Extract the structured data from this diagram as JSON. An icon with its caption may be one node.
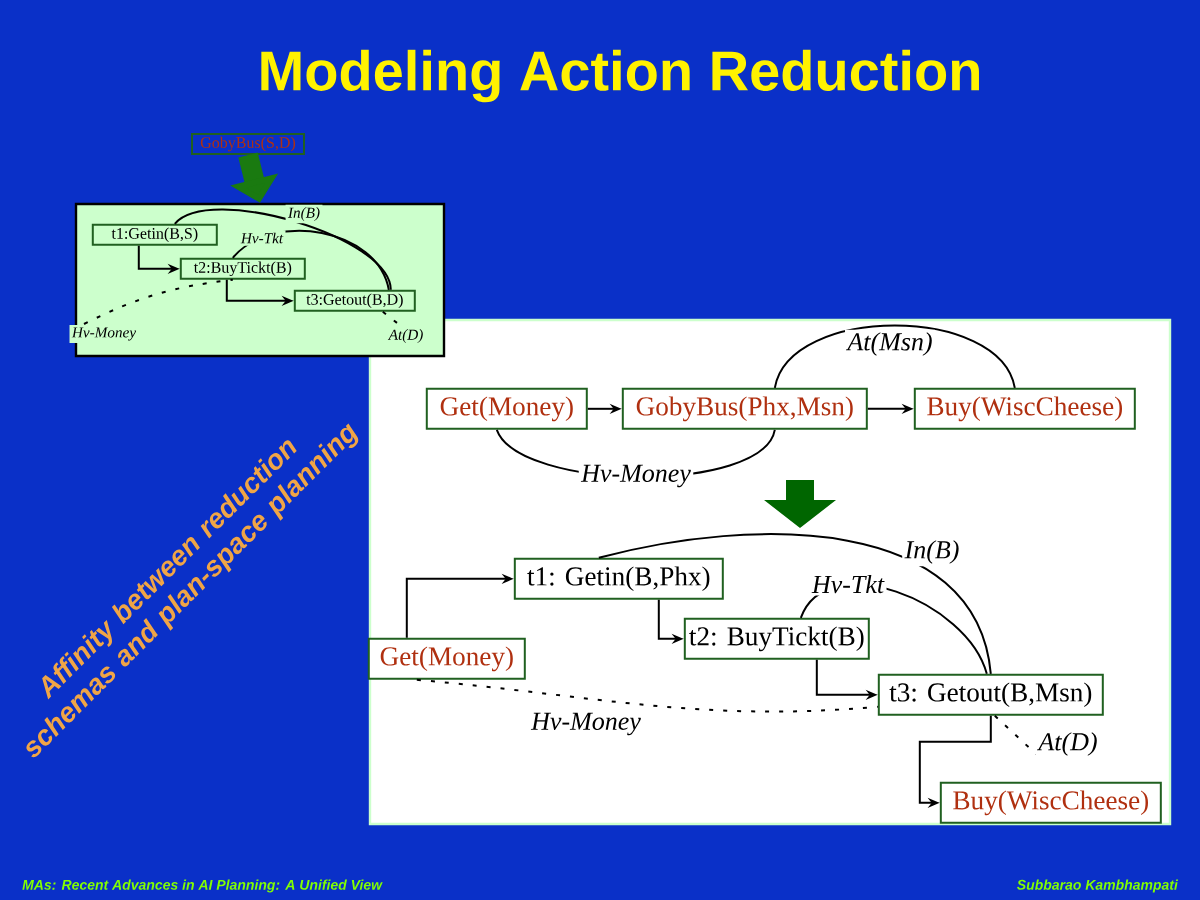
{
  "diagram": {
    "title": "Modeling Action Reduction",
    "nodes": [
      {
        "text": [
          "GobyBus(S,D)"
        ]
      },
      {
        "text": [],
        "shape": "box"
      },
      {
        "text": [
          "t1:Getin(B,S)"
        ],
        "in": 1
      },
      {
        "text": [
          "t2:BuyTickt(B)"
        ],
        "in": 1
      },
      {
        "text": [
          "t3:Getout(B,D)"
        ],
        "in": 1
      },
      {
        "text": [],
        "shape": "box"
      },
      {
        "text": [
          "Get(Money)"
        ],
        "in": 5
      },
      {
        "text": [
          "GobyBus(Phx,Msn)"
        ],
        "in": 5
      },
      {
        "text": [
          "Buy(WiscCheese)"
        ],
        "in": 5
      },
      {
        "text": [
          "t1: Getin(B,Phx)"
        ],
        "in": 5
      },
      {
        "text": [
          "t2: BuyTickt(B)"
        ],
        "in": 5
      },
      {
        "text": [
          "Get(Money)"
        ],
        "in": 5
      },
      {
        "text": [
          "t3: Getout(B,Msn)"
        ],
        "in": 5
      },
      {
        "text": [
          "Buy(WiscCheese)"
        ],
        "in": 5
      }
    ],
    "edges": [
      {
        "from": 0,
        "to": 1,
        "arrow": "to",
        "style": "thick",
        "color": "#1a7a10"
      },
      {
        "from": 2,
        "to": 3,
        "arrow": "to"
      },
      {
        "from": 3,
        "to": 4,
        "arrow": "to"
      },
      {
        "from": 2,
        "to": 4,
        "arrow": "none",
        "label": "In(B)"
      },
      {
        "from": 3,
        "to": 4,
        "arrow": "none",
        "label": "Hv-Tkt"
      },
      {
        "from": null,
        "to": 3,
        "arrow": "none",
        "label": "Hv-Money",
        "style": "dashed"
      },
      {
        "from": 4,
        "to": null,
        "arrow": "none",
        "label": "At(D)",
        "style": "dashed"
      },
      {
        "from": 6,
        "to": 7,
        "arrow": "to"
      },
      {
        "from": 7,
        "to": 8,
        "arrow": "to"
      },
      {
        "from": 7,
        "to": 8,
        "arrow": "none",
        "label": "At(Msn)"
      },
      {
        "from": 6,
        "to": 7,
        "arrow": "none",
        "label": "Hv-Money"
      },
      {
        "from": 11,
        "to": 9,
        "arrow": "to"
      },
      {
        "from": 9,
        "to": 10,
        "arrow": "to"
      },
      {
        "from": 10,
        "to": 12,
        "arrow": "to"
      },
      {
        "from": 12,
        "to": 13,
        "arrow": "to"
      },
      {
        "from": 9,
        "to": 12,
        "arrow": "none",
        "label": "In(B)"
      },
      {
        "from": 10,
        "to": 12,
        "arrow": "none",
        "label": "Hv-Tkt"
      },
      {
        "from": 11,
        "to": 12,
        "arrow": "none",
        "label": "Hv-Money",
        "style": "dashed"
      },
      {
        "from": 12,
        "to": null,
        "arrow": "none",
        "label": "At(D)",
        "style": "dashed"
      }
    ],
    "labels": [
      "Affinity between reduction schemas and plan-space planning",
      "MAs: Recent Advances in AI Planning: A Unified View",
      "Subbarao Kambhampati"
    ]
  }
}
